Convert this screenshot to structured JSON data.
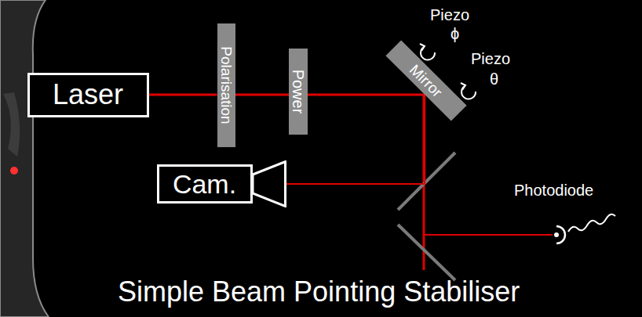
{
  "diagram": {
    "title": "Simple Beam Pointing Stabiliser",
    "nodes": [
      {
        "text": [
          "Laser"
        ]
      },
      {
        "text": [
          "Polarisation"
        ]
      },
      {
        "text": [
          "Power"
        ]
      },
      {
        "text": [
          "Mirror"
        ]
      },
      {
        "text": [
          "Cam."
        ]
      }
    ],
    "edges": [
      {
        "from": 0,
        "to": 1,
        "arrow": "none"
      },
      {
        "from": 1,
        "to": 2,
        "arrow": "none"
      },
      {
        "from": 2,
        "to": 3,
        "arrow": "none"
      },
      {
        "from": 3,
        "to": 4,
        "arrow": "none"
      }
    ],
    "labels": [
      "Piezo",
      "ϕ",
      "Piezo",
      "θ",
      "Photodiode"
    ]
  }
}
